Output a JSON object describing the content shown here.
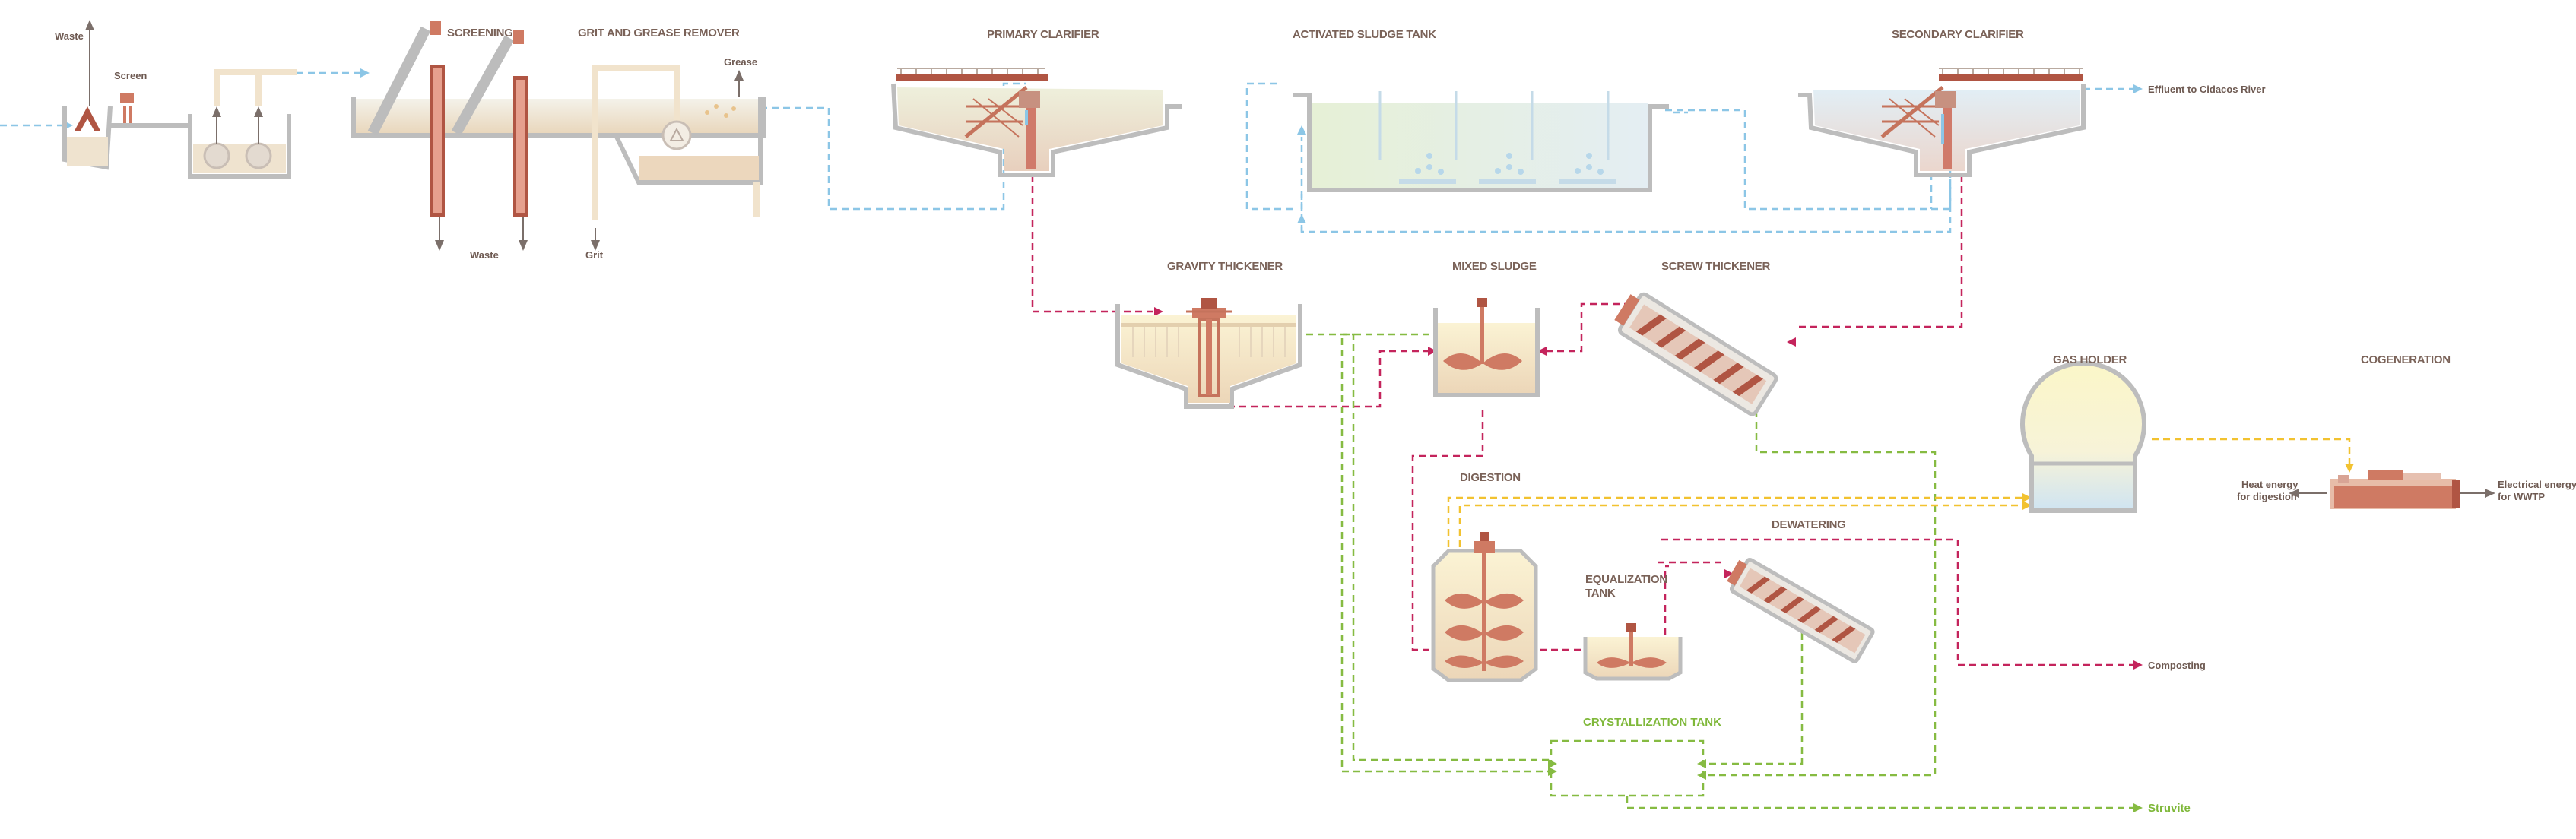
{
  "labels": {
    "waste_top": "Waste",
    "screen": "Screen",
    "screening": "SCREENING",
    "grit_grease": "GRIT AND GREASE REMOVER",
    "grease": "Grease",
    "waste_bottom": "Waste",
    "grit": "Grit",
    "primary_clarifier": "PRIMARY CLARIFIER",
    "activated_sludge": "ACTIVATED SLUDGE TANK",
    "secondary_clarifier": "SECONDARY CLARIFIER",
    "effluent": "Effluent to Cidacos River",
    "gravity_thickener": "GRAVITY THICKENER",
    "mixed_sludge": "MIXED SLUDGE",
    "screw_thickener": "SCREW THICKENER",
    "gas_holder": "GAS HOLDER",
    "cogeneration": "COGENERATION",
    "digestion": "DIGESTION",
    "dewatering": "DEWATERING",
    "equalization_1": "EQUALIZATION",
    "equalization_2": "TANK",
    "heat_1": "Heat energy",
    "heat_2": "for digestion",
    "elec_1": "Electrical energy",
    "elec_2": "for WWTP",
    "composting": "Composting",
    "crystallization": "CRYSTALLIZATION TANK",
    "struvite": "Struvite"
  },
  "colors": {
    "water_line": "#8cc6e6",
    "sludge_line": "#c4245c",
    "liquor_line": "#86bb42",
    "biogas_line": "#f2c230",
    "equipment": "#cf7a63",
    "structure": "#bdbdbd"
  },
  "icons": [
    "pump-icon",
    "screen-rake-icon",
    "mixer-icon",
    "scraper-bridge-icon",
    "screw-conveyor-icon",
    "gas-dome-icon",
    "engine-generator-icon"
  ]
}
